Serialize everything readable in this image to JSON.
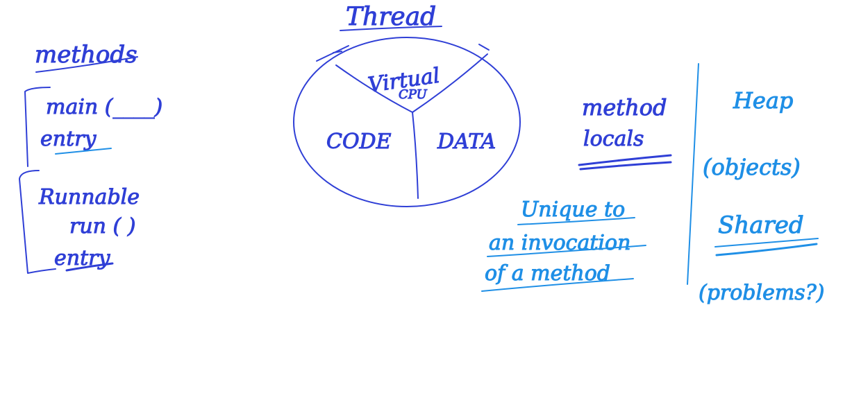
{
  "colors": {
    "ink_dark": "#2f3fd6",
    "ink_light": "#1f8fe6",
    "background": "#ffffff"
  },
  "left": {
    "methods": "methods",
    "main_call": "main (____)",
    "main_entry": "entry",
    "runnable": "Runnable",
    "run_call": "run ( )",
    "run_entry": "entry"
  },
  "thread": {
    "title": "Thread",
    "virtual_cpu_line1": "Virtual",
    "virtual_cpu_line2": "CPU",
    "code": "CODE",
    "data": "DATA"
  },
  "locals": {
    "method": "method",
    "locals": "locals",
    "unique_line1": "Unique to",
    "unique_line2": "an invocation",
    "unique_line3": "of a method"
  },
  "heap": {
    "heap": "Heap",
    "objects": "(objects)",
    "shared": "Shared",
    "problems": "(problems?)"
  }
}
